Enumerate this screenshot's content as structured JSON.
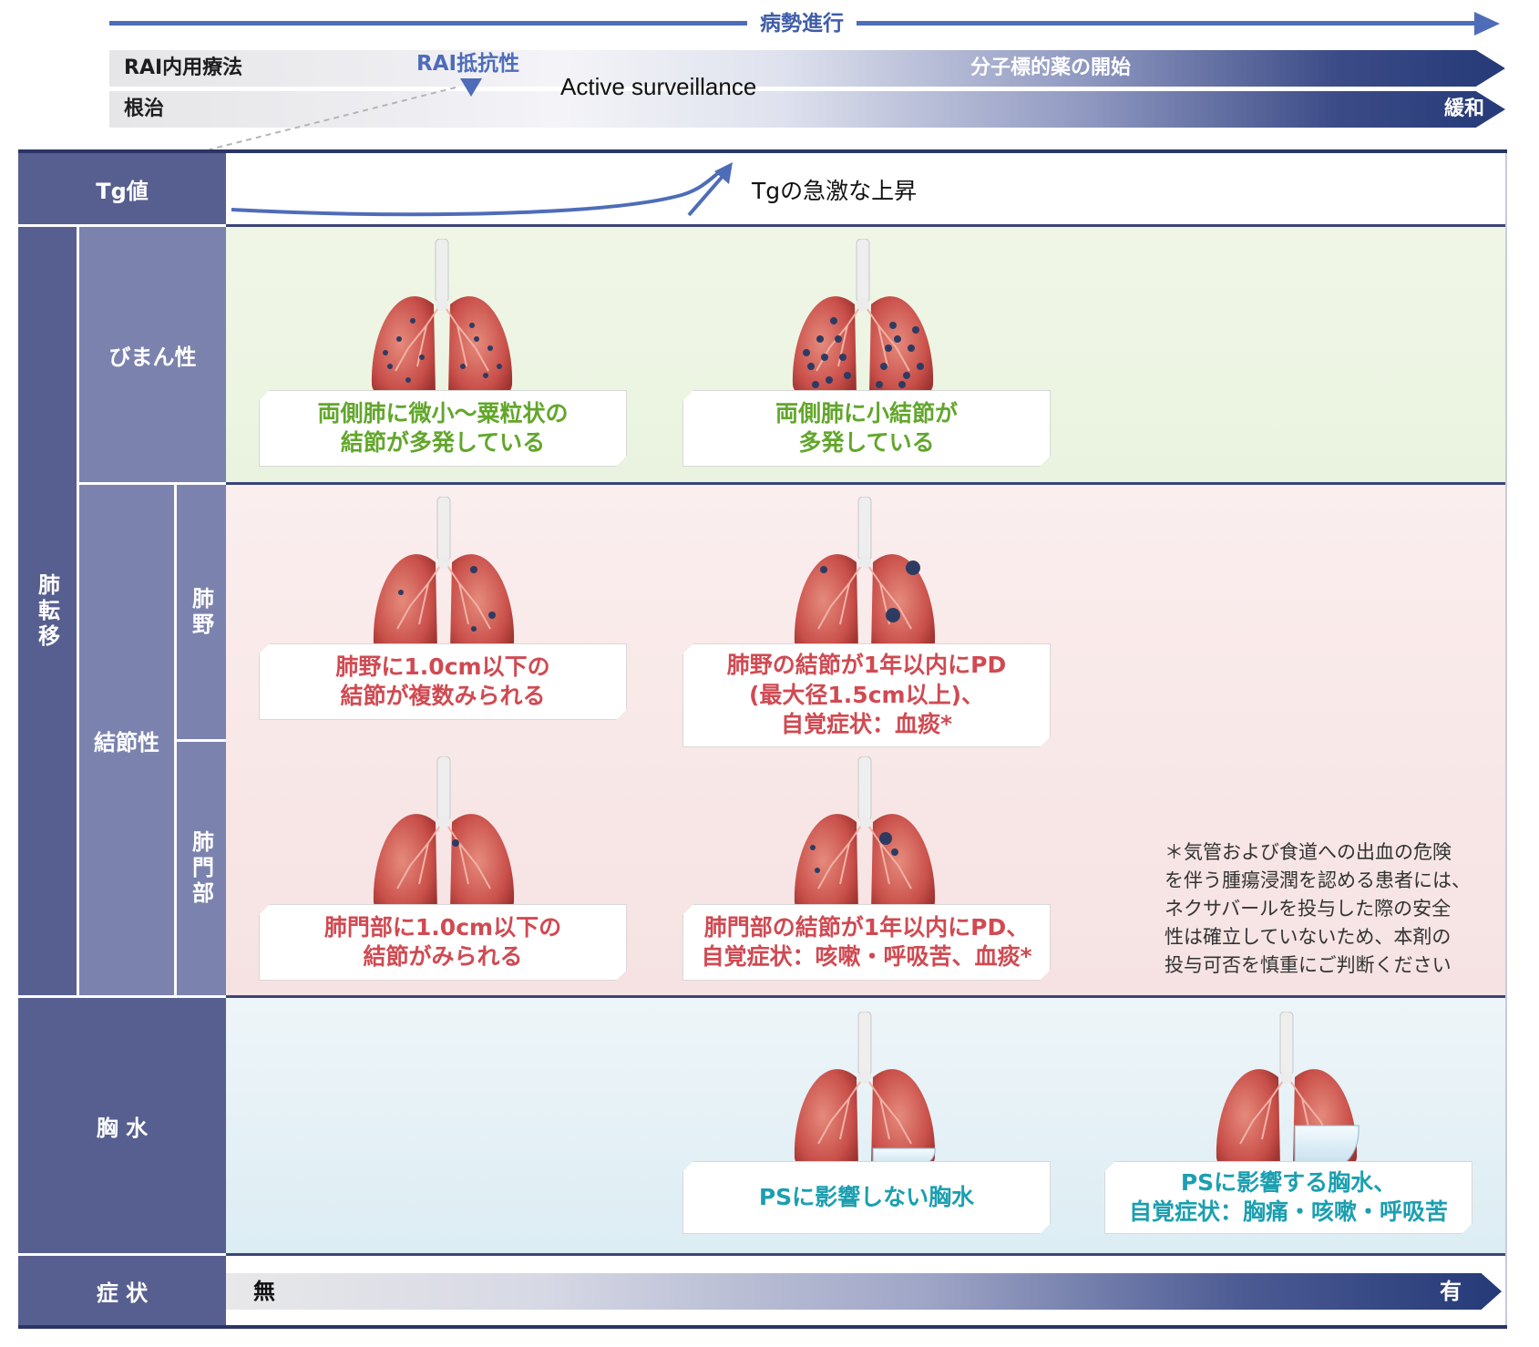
{
  "header": {
    "progression_label": "病勢進行",
    "rai_therapy": "RAI内用療法",
    "cure": "根治",
    "rai_resistance": "RAI抵抗性",
    "active_surveillance": "Active surveillance",
    "molecular_targeted_start": "分子標的薬の開始",
    "palliation": "緩和"
  },
  "rows": {
    "tg_label": "Tg値",
    "tg_annotation": "Tgの急激な上昇",
    "lung_metastasis": "肺転移",
    "diffuse": "びまん性",
    "nodular": "結節性",
    "lung_field": "肺野",
    "hilum": "肺門部",
    "pleural_effusion": "胸 水",
    "symptoms": "症 状",
    "symptom_none": "無",
    "symptom_present": "有"
  },
  "boxes": {
    "diffuse_1": "両側肺に微小〜粟粒状の\n結節が多発している",
    "diffuse_2": "両側肺に小結節が\n多発している",
    "field_1": "肺野に1.0cm以下の\n結節が複数みられる",
    "field_2": "肺野の結節が1年以内にPD\n(最大径1.5cm以上)、\n自覚症状：血痰*",
    "hilum_1": "肺門部に1.0cm以下の\n結節がみられる",
    "hilum_2": "肺門部の結節が1年以内にPD、\n自覚症状：咳嗽・呼吸苦、血痰*",
    "effusion_1": "PSに影響しない胸水",
    "effusion_2": "PSに影響する胸水、\n自覚症状：胸痛・咳嗽・呼吸苦"
  },
  "footnote": "＊気管および食道への出血の危険\nを伴う腫瘍浸潤を認める患者には、\nネクサバールを投与した際の安全\n性は確立していないため、本剤の\n投与可否を慎重にご判断ください",
  "colors": {
    "navy": "#2a3466",
    "label_dark": "#575f90",
    "label_light": "#7b82ad",
    "arrow_blue": "#4e6cb8",
    "green_text": "#62a62b",
    "red_text": "#d04a52",
    "blue_text": "#1c9fb0",
    "lung": "#c9504a"
  },
  "icons": {
    "progression_arrow": "arrow-right-icon",
    "lung_illustration": "lung-icon",
    "tg_curve": "rising-curve-icon"
  }
}
